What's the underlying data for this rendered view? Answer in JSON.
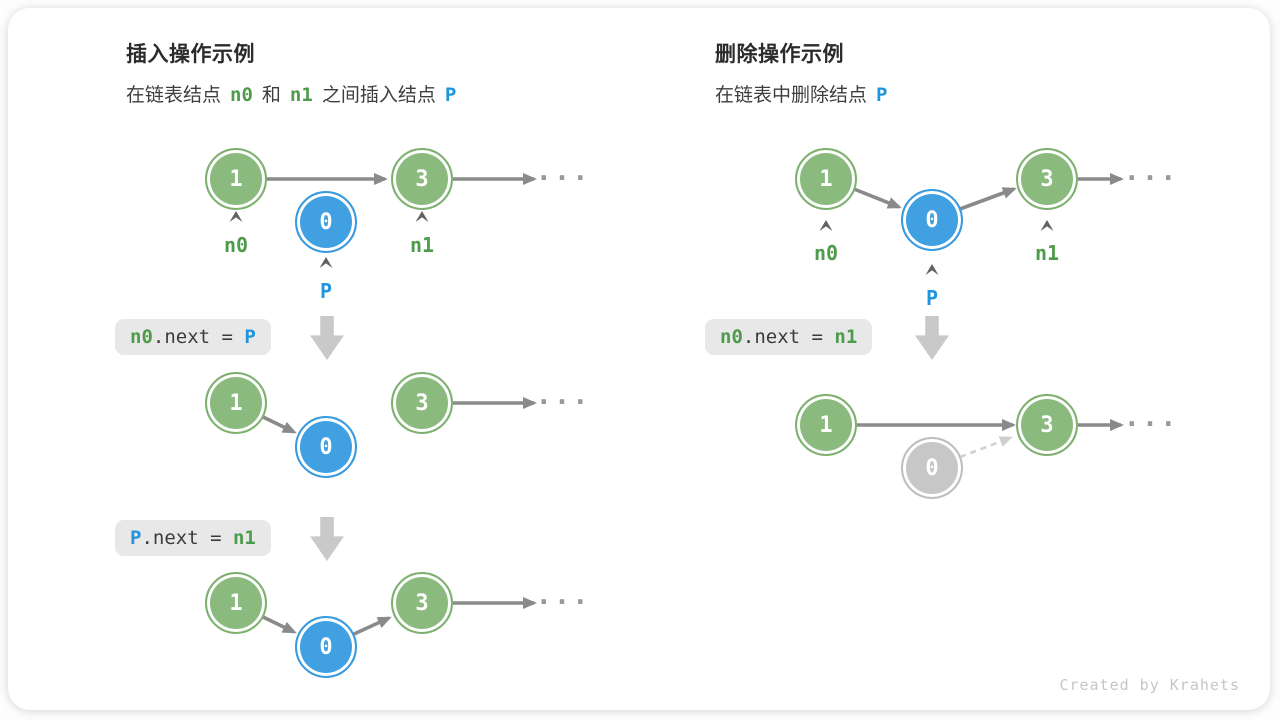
{
  "colors": {
    "node_green": "#8aba7d",
    "node_blue": "#41a0e1",
    "node_gray": "#c7c7c7",
    "text_green": "#4e9b4b",
    "text_blue": "#2094dc",
    "arrow_gray": "#8a8a8a",
    "code_box_bg": "#e8e8e8"
  },
  "values": {
    "v1": "1",
    "v0": "0",
    "v3": "3"
  },
  "labels": {
    "n0": "n0",
    "n1": "n1",
    "p": "P"
  },
  "glyphs": {
    "ellipsis": "..."
  },
  "left": {
    "title": "插入操作示例",
    "subtitle": {
      "t1": "在链表结点",
      "n0": "n0",
      "t2": "和",
      "n1": "n1",
      "t3": "之间插入结点",
      "p": "P"
    },
    "code1": {
      "a": "n0",
      "op": ".next = ",
      "b": "P"
    },
    "code2": {
      "a": "P",
      "op": ".next = ",
      "b": "n1"
    }
  },
  "right": {
    "title": "删除操作示例",
    "subtitle": {
      "t1": "在链表中删除结点",
      "p": "P"
    },
    "code1": {
      "a": "n0",
      "op": ".next = ",
      "b": "n1"
    }
  },
  "watermark": "Created by Krahets"
}
